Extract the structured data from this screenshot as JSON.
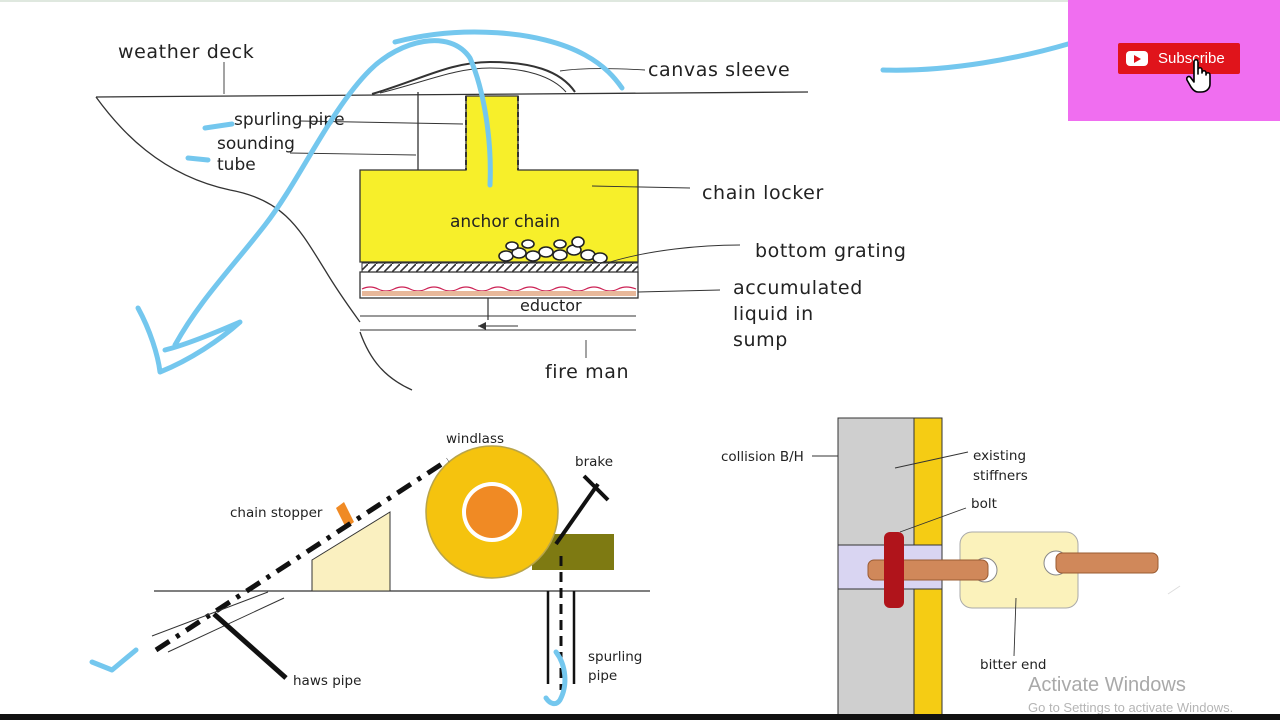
{
  "diagram1": {
    "weather_deck": "weather deck",
    "canvas_sleeve": "canvas sleeve",
    "spurling_pipe": "spurling pipe",
    "sounding": "sounding",
    "tube": "tube",
    "chain_locker": "chain locker",
    "anchor_chain": "anchor chain",
    "bottom_grating": "bottom grating",
    "accumulated_1": "accumulated",
    "accumulated_2": "liquid in",
    "accumulated_3": "sump",
    "eductor": "eductor",
    "fire_man": "fire man"
  },
  "diagram2": {
    "windlass": "windlass",
    "brake": "brake",
    "chain_stopper": "chain stopper",
    "haws_pipe": "haws pipe",
    "spurling_1": "spurling",
    "spurling_2": "pipe"
  },
  "diagram3": {
    "collision": "collision B/H",
    "existing_1": "existing",
    "existing_2": "stiffners",
    "bolt": "bolt",
    "bitter_end": "bitter end"
  },
  "overlay": {
    "subscribe_label": "Subscribe",
    "activate_title": "Activate Windows",
    "activate_sub": "Go to Settings to activate Windows."
  },
  "colors": {
    "locker_yellow": "#f7ef2a",
    "annotation_blue": "#74c7ee",
    "windlass_yellow": "#f5c30e",
    "windlass_core": "#f08a24",
    "stopper_cream": "#faf0c0",
    "brake_olive": "#7e7a12",
    "bulkhead_gray": "#cfcfcf",
    "stiffener_yellow": "#f5cc14",
    "bolt_red": "#b0141b",
    "plate_cream": "#fbf2bb",
    "rod_brown": "#d0885a",
    "subscribe_red": "#e0141b",
    "panel_pink": "#f06ef0"
  }
}
